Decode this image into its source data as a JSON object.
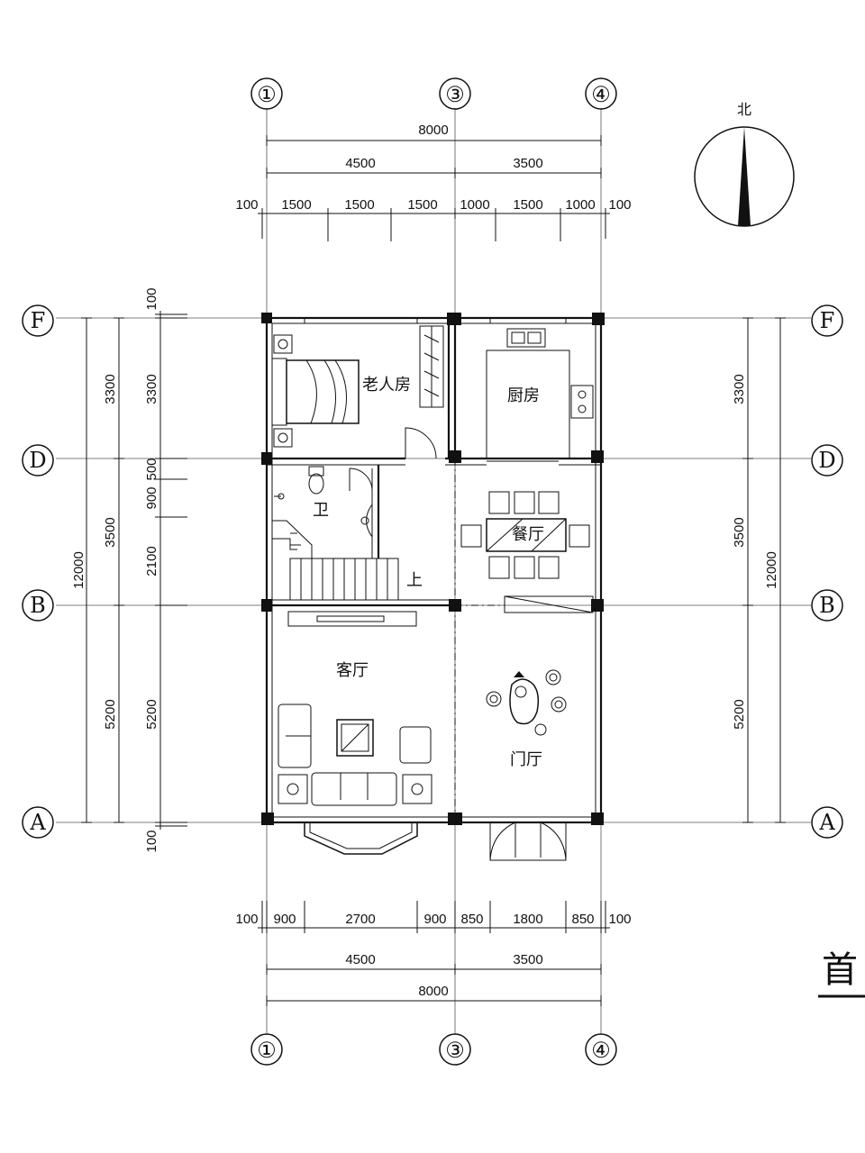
{
  "north_label": "北",
  "title_fragment": "首",
  "axes": {
    "vertical": [
      "①",
      "③",
      "④"
    ],
    "horizontal": [
      "F",
      "D",
      "B",
      "A"
    ]
  },
  "dims_top": {
    "total": "8000",
    "seg": [
      "4500",
      "3500"
    ],
    "detail": [
      "100",
      "1500",
      "1500",
      "1500",
      "1000",
      "1500",
      "1000",
      "100"
    ]
  },
  "dims_bottom": {
    "total": "8000",
    "seg": [
      "4500",
      "3500"
    ],
    "detail": [
      "100",
      "900",
      "2700",
      "900",
      "850",
      "1800",
      "850",
      "100"
    ]
  },
  "dims_left": {
    "total": "12000",
    "seg": [
      "3300",
      "3500",
      "5200"
    ],
    "inner": [
      "100",
      "3300",
      "500",
      "900",
      "2100",
      "5200",
      "100"
    ]
  },
  "dims_right": {
    "total": "12000",
    "seg": [
      "3300",
      "3500",
      "5200"
    ]
  },
  "rooms": {
    "elder_room": "老人房",
    "kitchen": "厨房",
    "bathroom": "卫",
    "dining": "餐厅",
    "living": "客厅",
    "foyer": "门厅",
    "stair_up": "上"
  }
}
